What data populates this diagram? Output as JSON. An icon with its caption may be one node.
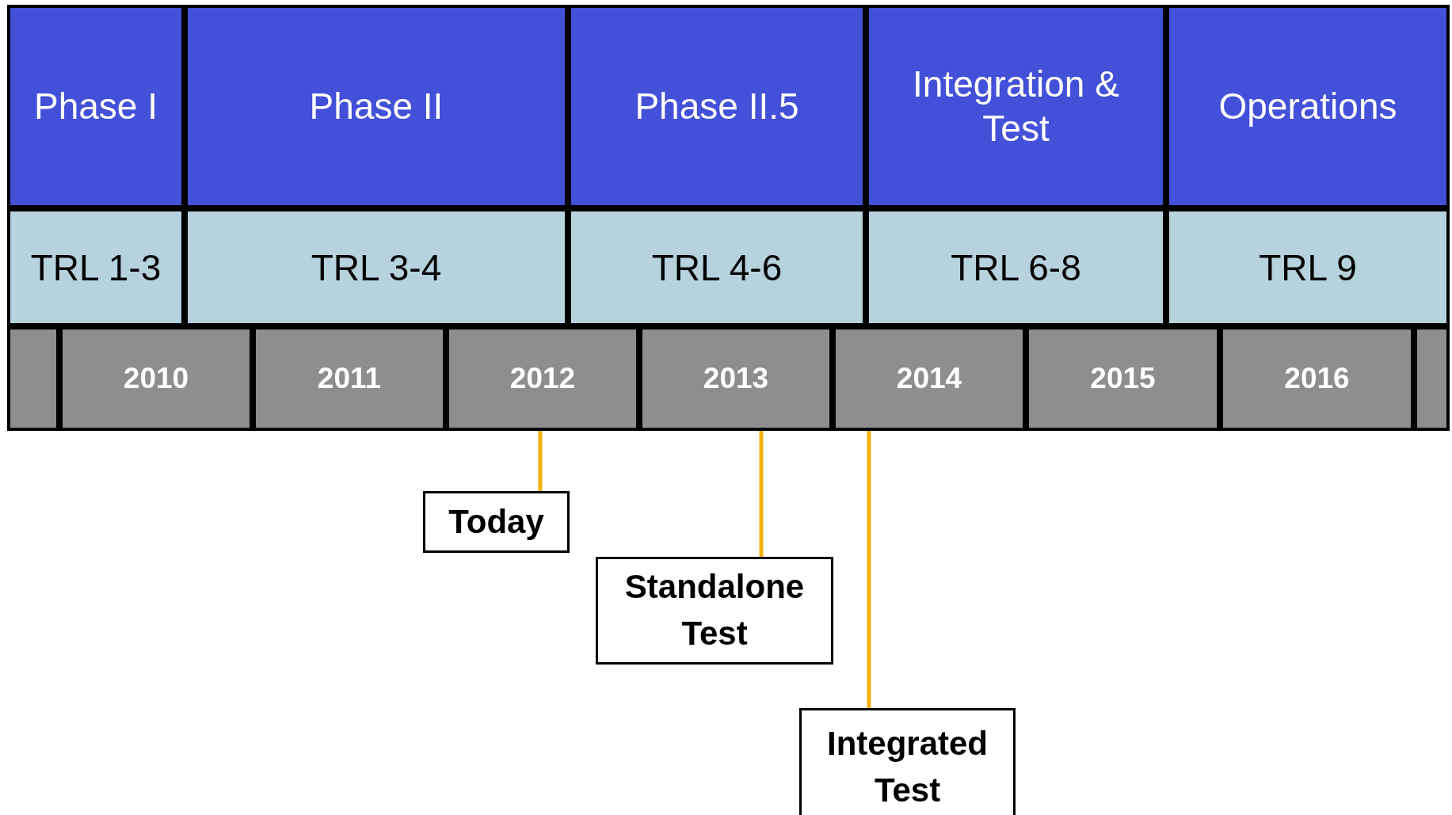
{
  "diagram": {
    "nodes": [
      {
        "text": [
          "Phase I"
        ]
      },
      {
        "text": [
          "Phase II"
        ]
      },
      {
        "text": [
          "Phase II.5"
        ]
      },
      {
        "text": [
          "Integration & Test"
        ]
      },
      {
        "text": [
          "Operations"
        ]
      },
      {
        "text": [
          "TRL 1-3"
        ]
      },
      {
        "text": [
          "TRL 3-4"
        ]
      },
      {
        "text": [
          "TRL 4-6"
        ]
      },
      {
        "text": [
          "TRL 6-8"
        ]
      },
      {
        "text": [
          "TRL 9"
        ]
      },
      {
        "text": [],
        "shape": "box"
      },
      {
        "text": [
          "2010"
        ]
      },
      {
        "text": [
          "2011"
        ]
      },
      {
        "text": [
          "2012"
        ]
      },
      {
        "text": [
          "2013"
        ]
      },
      {
        "text": [
          "2014"
        ]
      },
      {
        "text": [
          "2015"
        ]
      },
      {
        "text": [
          "2016"
        ]
      },
      {
        "text": [],
        "shape": "box"
      },
      {
        "text": [
          "Today"
        ]
      },
      {
        "text": [
          "Standalone Test"
        ]
      },
      {
        "text": [
          "Integrated Test"
        ]
      }
    ],
    "edges": [
      {
        "from": 19,
        "to": 13,
        "arrow": "none"
      },
      {
        "from": 20,
        "to": 14,
        "arrow": "none"
      },
      {
        "from": 21,
        "to": 15,
        "arrow": "none"
      }
    ]
  }
}
